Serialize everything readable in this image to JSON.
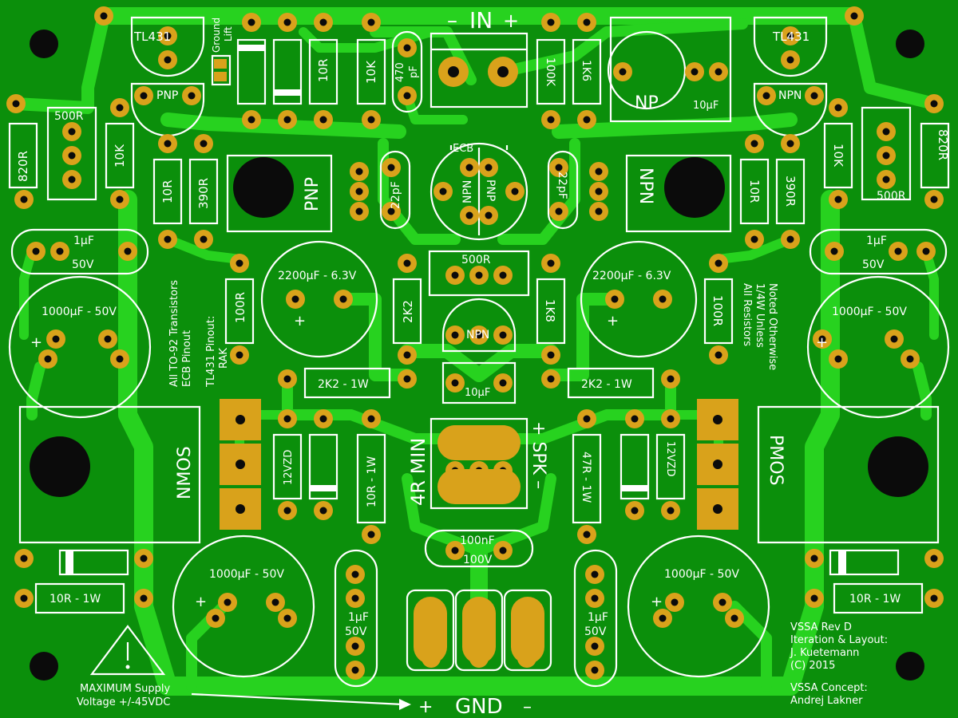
{
  "board": {
    "colors": {
      "board_bg": "#0b8f0b",
      "trace": "#27d21f",
      "pad": "#d9a21b",
      "silk": "#ffffff",
      "hole": "#0b0b0b"
    },
    "connectors": {
      "input": {
        "minus": "–",
        "label": "IN",
        "plus": "+"
      },
      "speaker": {
        "label_plus": "+ SPK –",
        "min_label": "4R MIN"
      },
      "ground": {
        "plus": "+",
        "label": "GND",
        "minus": "–"
      }
    },
    "labels": {
      "ground_lift": [
        "Ground",
        "Lift"
      ],
      "ecb": "ECB",
      "pinout_note": [
        "All TO-92 Transistors",
        "ECB Pinout"
      ],
      "tl431_note": [
        "TL431 Pinout:",
        "RAK"
      ],
      "resistor_note": [
        "All Resistors",
        "1/4W Unless",
        "Noted Otherwise"
      ],
      "warning": [
        "MAXIMUM Supply",
        "Voltage +/-45VDC"
      ],
      "credits": [
        "VSSA Rev D",
        "Iteration & Layout:",
        "J. Kuetemann",
        "(C) 2015",
        "",
        "VSSA Concept:",
        "Andrej Lakner"
      ]
    },
    "components": {
      "tl431_left": "TL431",
      "tl431_right": "TL431",
      "pnp_small_left": "PNP",
      "npn_small_right": "NPN",
      "trim_left": "500R",
      "trim_right": "500R",
      "trim_center": "500R",
      "r_820_left": "820R",
      "r_820_right": "820R",
      "r_10k_left": "10K",
      "r_10k_right": "10K",
      "r_10k_top": "10K",
      "r_10r_top": "10R",
      "r_100k": "100K",
      "r_1k6": "1K6",
      "c_470p": [
        "470",
        "pF"
      ],
      "cap_np": "NP",
      "cap_np_value": "10µF",
      "pnp_power": "PNP",
      "npn_power": "NPN",
      "r_10r_left": "10R",
      "r_390_left": "390R",
      "r_10r_right": "10R",
      "r_390_right": "390R",
      "c_22p_left": "22pF",
      "c_22p_right": "22pF",
      "q_npn_center": "NPN",
      "q_pnp_center": "PNP",
      "c_1u_left": "1µF",
      "c_1u_left_v": "50V",
      "c_1u_right": "1µF",
      "c_1u_right_v": "50V",
      "c_1000_top_left": "1000µF - 50V",
      "c_1000_top_right": "1000µF - 50V",
      "c_2200_left": "2200µF - 6.3V",
      "c_2200_right": "2200µF - 6.3V",
      "r_100_left": "100R",
      "r_100_right": "100R",
      "r_2k2_v": "2K2",
      "r_1k8_v": "1K8",
      "q_npn_bias": "NPN",
      "r_2k2_1w_left": "2K2 - 1W",
      "r_2k2_1w_right": "2K2 - 1W",
      "c_10u_center": "10µF",
      "nmos": "NMOS",
      "pmos": "PMOS",
      "zener_left": "12VZD",
      "zener_right": "12VZD",
      "r_10r_1w_center": "10R - 1W",
      "r_47r_1w": "47R - 1W",
      "c_100n": "100nF",
      "c_100n_v": "100V",
      "r_10r_1w_left": "10R - 1W",
      "r_10r_1w_right": "10R - 1W",
      "c_1000_bottom_left": "1000µF - 50V",
      "c_1000_bottom_right": "1000µF - 50V",
      "c_1u_bottom_left": "1µF",
      "c_1u_bottom_left_v": "50V",
      "c_1u_bottom_right": "1µF",
      "c_1u_bottom_right_v": "50V",
      "pol_plus": "+"
    }
  }
}
